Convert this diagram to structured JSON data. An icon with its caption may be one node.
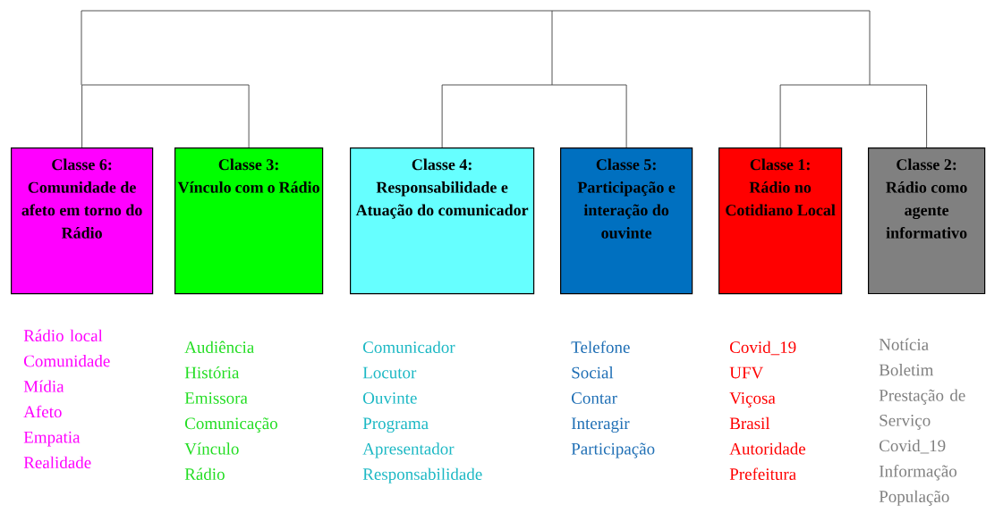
{
  "diagram": {
    "nodes": [
      {
        "text": [
          "Classe 6:",
          "Comunidade de afeto em torno do Rádio"
        ],
        "beside": [
          "Rádio local",
          "Comunidade",
          "Mídia",
          "Afeto",
          "Empatia",
          "Realidade"
        ]
      },
      {
        "text": [
          "Classe 3:",
          "Vínculo com o Rádio"
        ],
        "beside": [
          "Audiência",
          "História",
          "Emissora",
          "Comunicação",
          "Vínculo",
          "Rádio"
        ]
      },
      {
        "text": [
          "Classe 4:",
          "Responsabilidade e Atuação do comunicador"
        ],
        "beside": [
          "Comunicador",
          "Locutor",
          "Ouvinte",
          "Programa",
          "Apresentador",
          "Responsabilidade"
        ]
      },
      {
        "text": [
          "Classe 5:",
          "Participação e interação do ouvinte"
        ],
        "beside": [
          "Telefone",
          "Social",
          "Contar",
          "Interagir",
          "Participação"
        ]
      },
      {
        "text": [
          "Classe 1:",
          "Rádio no Cotidiano Local"
        ],
        "beside": [
          "Covid_19",
          "UFV",
          "Viçosa",
          "Brasil",
          "Autoridade",
          "Prefeitura"
        ]
      },
      {
        "text": [
          "Classe 2:",
          "Rádio como agente informativo"
        ],
        "beside": [
          "Notícia",
          "Boletim",
          "Prestação de Serviço",
          "Covid_19",
          "Informação",
          "População"
        ]
      }
    ],
    "edges": [
      {
        "from": 0,
        "to": 1,
        "arrow": "none"
      },
      {
        "from": 2,
        "to": 3,
        "arrow": "none"
      },
      {
        "from": 4,
        "to": 5,
        "arrow": "none"
      }
    ]
  }
}
